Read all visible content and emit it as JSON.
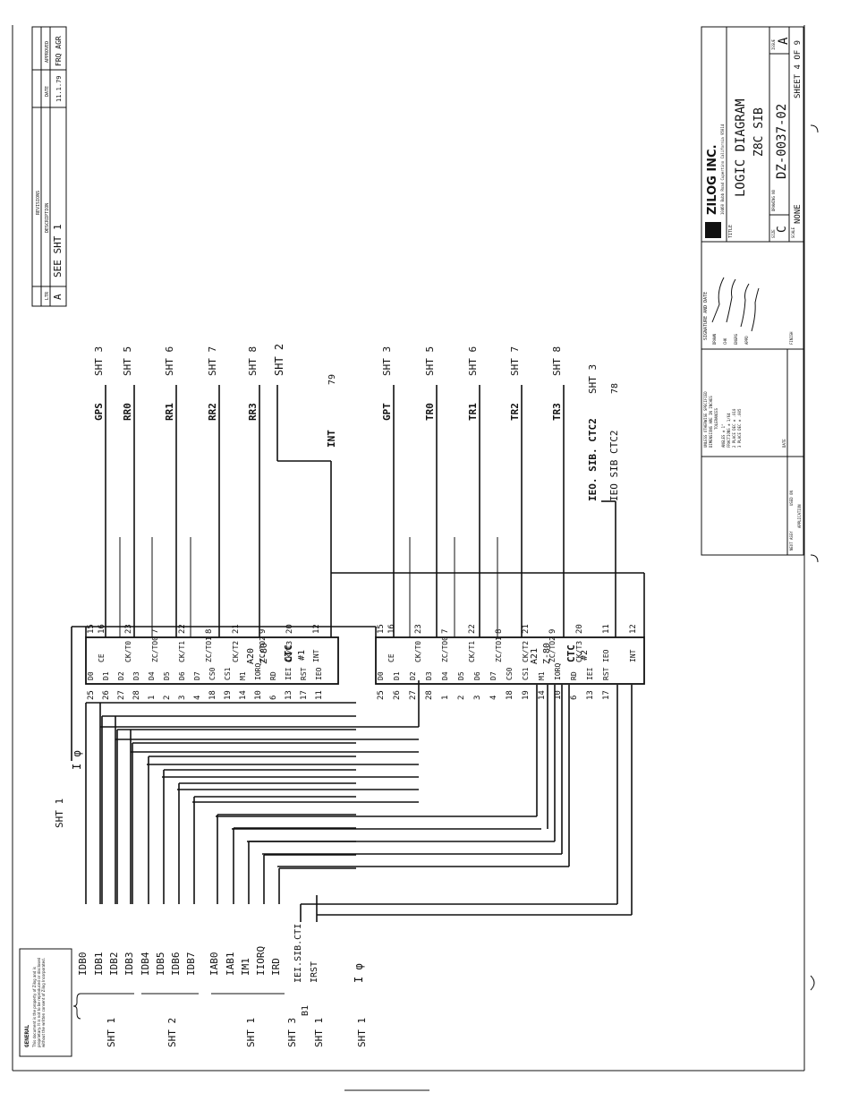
{
  "title_block": {
    "company": "ZILOG INC.",
    "address": "10460 Bubb Road  Cupertino  California  95014",
    "title_label": "TITLE",
    "title_line1": "LOGIC   DIAGRAM",
    "title_line2": "Z8C  SIB",
    "size_label": "SIZE",
    "size": "C",
    "drawing_no_label": "DRAWING NO",
    "drawing_no": "DZ-0037-02",
    "issue_label": "ISSUE",
    "issue": "A",
    "scale_label": "SCALE",
    "scale": "NONE",
    "sheet": "SHEET 4 OF 9"
  },
  "revisions": {
    "header": "REVISIONS",
    "col_ltr": "LTR",
    "col_desc": "DESCRIPTION",
    "col_date": "DATE",
    "col_approved": "APPROVED",
    "row_ltr": "A",
    "row_desc": "SEE SHT 1",
    "row_date": "11.1.79",
    "row_approved": "FRQ AGR"
  },
  "tolerance": {
    "l1": "UNLESS OTHERWISE SPECIFIED",
    "l2": "DIMENSIONS ARE IN INCHES",
    "l3": "TOLERANCES",
    "l4": "ANGLES ± 1°",
    "l5": "FRACTIONS ± 1/64",
    "l6": "2 PLACE DEC ± .010",
    "l7": "3 PLACE DEC ± .005",
    "sig_header": "SIGNATURE AND DATE",
    "drawn": "DRAWN",
    "chk": "CHK",
    "engrg": "ENGRG",
    "appd": "APPD",
    "finish": "FINISH",
    "next_assy": "NEXT ASSY",
    "used_on": "USED ON",
    "application": "APPLICATION",
    "date": "DATE"
  },
  "notice": {
    "header": "GENERAL",
    "text": "This document is the property of Zilog and is proprietary. It is not to be reproduced or disclosed without the written consent of Zilog Incorporated."
  },
  "ctc1": {
    "name": "CTC",
    "ref": "#1",
    "part": "Z-80",
    "pins_left": [
      {
        "num": "25",
        "name": "D0"
      },
      {
        "num": "26",
        "name": "D1"
      },
      {
        "num": "27",
        "name": "D2"
      },
      {
        "num": "28",
        "name": "D3"
      },
      {
        "num": "1",
        "name": "D4"
      },
      {
        "num": "2",
        "name": "D5"
      },
      {
        "num": "3",
        "name": "D6"
      },
      {
        "num": "4",
        "name": "D7"
      },
      {
        "num": "18",
        "name": "CS0"
      },
      {
        "num": "19",
        "name": "CS1"
      },
      {
        "num": "14",
        "name": "M1"
      },
      {
        "num": "10",
        "name": "IORQ"
      },
      {
        "num": "6",
        "name": "RD"
      },
      {
        "num": "13",
        "name": "IEI"
      },
      {
        "num": "17",
        "name": "RST"
      },
      {
        "num": "11",
        "name": "IEO"
      }
    ],
    "pins_right": [
      {
        "num": "16",
        "name": "CE"
      },
      {
        "num": "23",
        "name": "CK/T0"
      },
      {
        "num": "7",
        "name": "ZC/TO0"
      },
      {
        "num": "22",
        "name": "CK/T1"
      },
      {
        "num": "8",
        "name": "ZC/TO1"
      },
      {
        "num": "21",
        "name": "CK/T2"
      },
      {
        "num": "9",
        "name": "ZC/TO2"
      },
      {
        "num": "20",
        "name": "CK/T3"
      },
      {
        "num": "12",
        "name": "INT"
      }
    ],
    "addr": "A20",
    "clk_pin": "15"
  },
  "ctc2": {
    "name": "CTC",
    "ref": "#2",
    "part": "Z-80",
    "pins_left": [
      {
        "num": "25",
        "name": "D0"
      },
      {
        "num": "26",
        "name": "D1"
      },
      {
        "num": "27",
        "name": "D2"
      },
      {
        "num": "28",
        "name": "D3"
      },
      {
        "num": "1",
        "name": "D4"
      },
      {
        "num": "2",
        "name": "D5"
      },
      {
        "num": "3",
        "name": "D6"
      },
      {
        "num": "4",
        "name": "D7"
      },
      {
        "num": "18",
        "name": "CS0"
      },
      {
        "num": "19",
        "name": "CS1"
      },
      {
        "num": "14",
        "name": "M1"
      },
      {
        "num": "10",
        "name": "IORQ"
      },
      {
        "num": "6",
        "name": "RD"
      },
      {
        "num": "13",
        "name": "IEI"
      },
      {
        "num": "17",
        "name": "RST"
      }
    ],
    "pins_right": [
      {
        "num": "16",
        "name": "CE"
      },
      {
        "num": "23",
        "name": "CK/T0"
      },
      {
        "num": "7",
        "name": "ZC/TO0"
      },
      {
        "num": "22",
        "name": "CK/T1"
      },
      {
        "num": "8",
        "name": "ZC/TO1"
      },
      {
        "num": "21",
        "name": "CK/T2"
      },
      {
        "num": "9",
        "name": "ZC/TO2"
      },
      {
        "num": "20",
        "name": "CK/T3"
      },
      {
        "num": "11",
        "name": "IEO"
      },
      {
        "num": "12",
        "name": "INT"
      }
    ],
    "addr": "A21",
    "clk_pin": "15"
  },
  "inputs": {
    "data_bus": [
      "IDB0",
      "IDB1",
      "IDB2",
      "IDB3",
      "IDB4",
      "IDB5",
      "IDB6",
      "IDB7"
    ],
    "addr_bus": [
      "IAB0",
      "IAB1",
      "IM1",
      "IIORQ",
      "IRD"
    ],
    "misc": [
      "IEI.SIB.CTI",
      "IRST"
    ],
    "clock": "I φ",
    "sht1": "SHT 1",
    "sht2": "SHT 2",
    "sht3": "SHT 3",
    "b1": "B1"
  },
  "outputs_ctc1": [
    {
      "signal": "GPS",
      "sheet": "SHT 3"
    },
    {
      "signal": "RR0",
      "sheet": "SHT 5"
    },
    {
      "signal": "RR1",
      "sheet": "SHT 6"
    },
    {
      "signal": "RR2",
      "sheet": "SHT 7"
    },
    {
      "signal": "RR3",
      "sheet": "SHT 8"
    }
  ],
  "outputs_ctc2": [
    {
      "signal": "GPT",
      "sheet": "SHT 3"
    },
    {
      "signal": "TR0",
      "sheet": "SHT 5"
    },
    {
      "signal": "TR1",
      "sheet": "SHT 6"
    },
    {
      "signal": "TR2",
      "sheet": "SHT 7"
    },
    {
      "signal": "TR3",
      "sheet": "SHT 8"
    }
  ],
  "int_label": "INT",
  "int_sheet": "SHT 2",
  "int_ref": "79",
  "ieo_label1": "IEO. SIB. CTC2",
  "ieo_label2": "IEO  SIB  CTC2",
  "ieo_sheet": "SHT 3",
  "ieo_ref": "78"
}
